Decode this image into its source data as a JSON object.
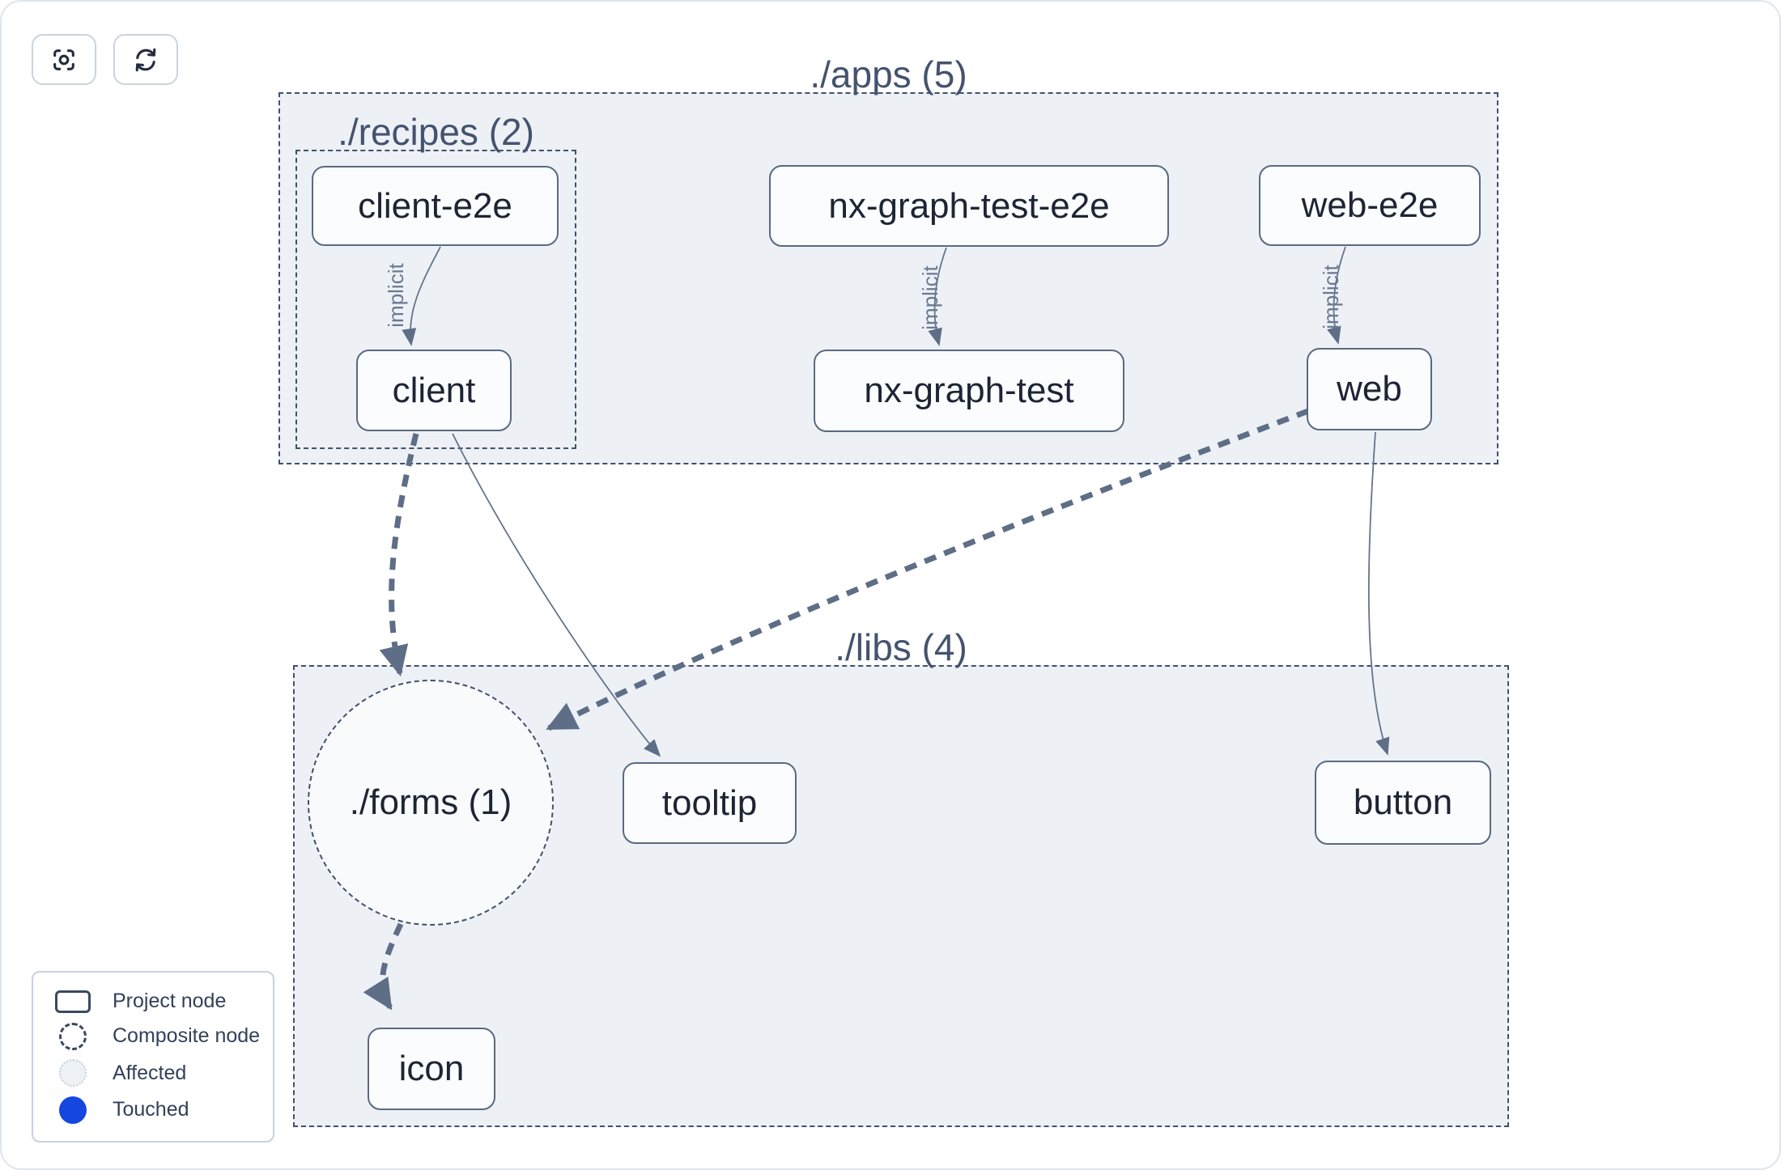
{
  "toolbar": {
    "buttons": [
      {
        "name": "focus",
        "icon": "scan-focus-icon"
      },
      {
        "name": "refresh",
        "icon": "refresh-icon"
      }
    ]
  },
  "graph": {
    "groups": {
      "apps": {
        "label": "./apps (5)"
      },
      "recipes": {
        "label": "./recipes (2)"
      },
      "libs": {
        "label": "./libs (4)"
      }
    },
    "composite": {
      "forms": {
        "label": "./forms (1)"
      }
    },
    "nodes": {
      "client_e2e": {
        "label": "client-e2e"
      },
      "client": {
        "label": "client"
      },
      "nx_graph_test_e2e": {
        "label": "nx-graph-test-e2e"
      },
      "nx_graph_test": {
        "label": "nx-graph-test"
      },
      "web_e2e": {
        "label": "web-e2e"
      },
      "web": {
        "label": "web"
      },
      "tooltip": {
        "label": "tooltip"
      },
      "button": {
        "label": "button"
      },
      "icon": {
        "label": "icon"
      }
    },
    "edges": [
      {
        "from": "client-e2e",
        "to": "client",
        "label": "implicit",
        "style": "thin-solid"
      },
      {
        "from": "nx-graph-test-e2e",
        "to": "nx-graph-test",
        "label": "implicit",
        "style": "thin-solid"
      },
      {
        "from": "web-e2e",
        "to": "web",
        "label": "implicit",
        "style": "thin-solid"
      },
      {
        "from": "client",
        "to": "./forms (1)",
        "label": "",
        "style": "thick-dashed"
      },
      {
        "from": "client",
        "to": "tooltip",
        "label": "",
        "style": "thin-solid"
      },
      {
        "from": "web",
        "to": "./forms (1)",
        "label": "",
        "style": "thick-dashed"
      },
      {
        "from": "web",
        "to": "button",
        "label": "",
        "style": "thin-solid"
      },
      {
        "from": "./forms (1)",
        "to": "icon",
        "label": "",
        "style": "thick-dashed"
      }
    ],
    "edge_labels": {
      "client_e2e_client": "implicit",
      "nx_graph_test_e2e_nx_graph_test": "implicit",
      "web_e2e_web": "implicit"
    }
  },
  "legend": {
    "items": [
      {
        "label": "Project node",
        "swatch": "project-rect"
      },
      {
        "label": "Composite node",
        "swatch": "composite-dashed-circle"
      },
      {
        "label": "Affected",
        "swatch": "affected-light-circle"
      },
      {
        "label": "Touched",
        "swatch": "touched-blue-circle"
      }
    ]
  },
  "colors": {
    "touched_blue": "#1546e0",
    "container_fill": "#edf1f6",
    "edge": "#5f6e87",
    "node_border": "#5a6980",
    "group_border": "#42506a"
  }
}
